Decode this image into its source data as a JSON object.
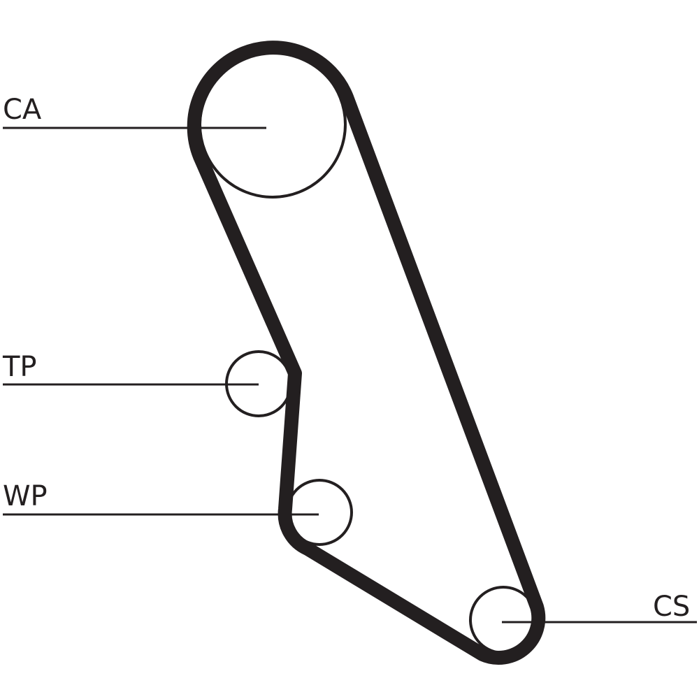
{
  "labels": {
    "camshaft": "CA",
    "tensioner": "TP",
    "water_pump": "WP",
    "crankshaft": "CS"
  },
  "colors": {
    "belt": "#231f20",
    "background": "#ffffff"
  }
}
